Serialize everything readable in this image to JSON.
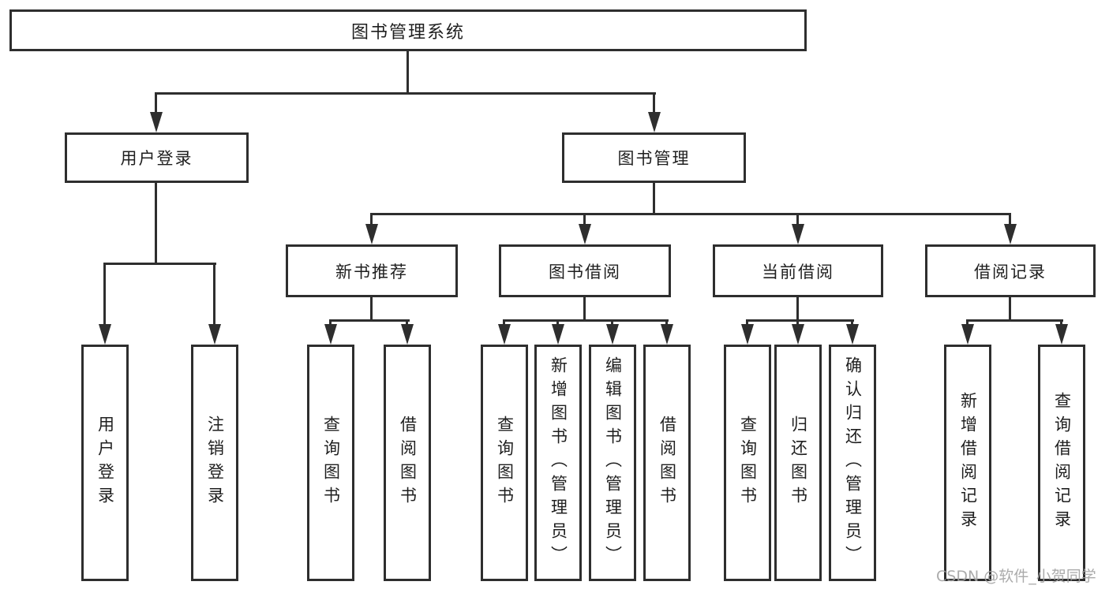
{
  "nodes": {
    "root": "图书管理系统",
    "level2": [
      "用户登录",
      "图书管理"
    ],
    "level3": [
      "新书推荐",
      "图书借阅",
      "当前借阅",
      "借阅记录"
    ],
    "leaves": [
      "用户登录",
      "注销登录",
      "查询图书",
      "借阅图书",
      "查询图书",
      "新增图书（管理员）",
      "编辑图书（管理员）",
      "借阅图书",
      "查询图书",
      "归还图书",
      "确认归还（管理员）",
      "新增借阅记录",
      "查询借阅记录"
    ]
  },
  "watermark": "CSDN @软件_小贺同学",
  "colors": {
    "line": "#2e2e2e",
    "text": "#1f1f1f",
    "background": "#ffffff",
    "watermark": "#a3a3a3"
  }
}
